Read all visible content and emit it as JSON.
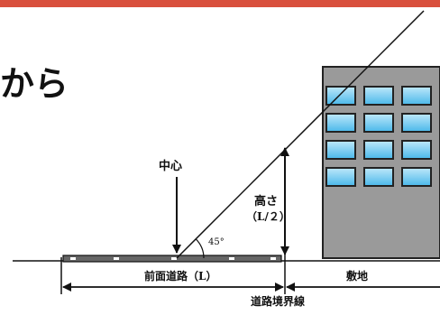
{
  "colors": {
    "top_bar": "#d9503d",
    "building_body": "#9a9a9a",
    "building_edge": "#222222",
    "window_fill": "#4ab8ea",
    "window_highlight": "#bfe8fa",
    "road": "#666666",
    "line": "#111111"
  },
  "heading": {
    "fragment": "から"
  },
  "labels": {
    "center": "中心",
    "height": "高さ",
    "height_formula": "（L/２）",
    "angle": "45°",
    "road_width": "前面道路（L）",
    "site": "敷地",
    "road_boundary": "道路境界線"
  },
  "building": {
    "window_rows": 4,
    "window_cols": 3
  }
}
